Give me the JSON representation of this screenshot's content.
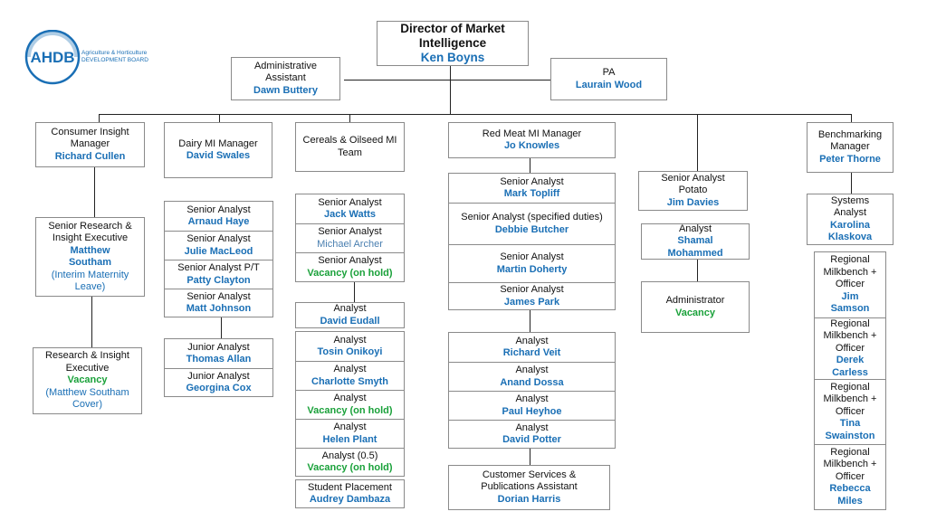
{
  "logo": {
    "mark": "AHDB",
    "line1": "Agriculture & Horticulture",
    "line2": "DEVELOPMENT BOARD",
    "color": "#1a6fb5"
  },
  "director": {
    "title": "Director of Market Intelligence",
    "name": "Ken Boyns"
  },
  "admin": {
    "title": "Administrative Assistant",
    "name": "Dawn Buttery"
  },
  "pa": {
    "title": "PA",
    "name": "Laurain Wood"
  },
  "consumer": {
    "manager": {
      "title": "Consumer Insight Manager",
      "name": "Richard Cullen"
    },
    "senior": {
      "title": "Senior Research & Insight  Executive",
      "name": "Matthew Southam",
      "note": "(Interim Maternity Leave)"
    },
    "exec": {
      "title": "Research & Insight Executive",
      "name": "Vacancy",
      "note": "(Matthew Southam Cover)"
    }
  },
  "dairy": {
    "manager": {
      "title": "Dairy MI Manager",
      "name": "David Swales"
    },
    "seniors": [
      {
        "title": "Senior Analyst",
        "name": "Arnaud Haye"
      },
      {
        "title": "Senior Analyst",
        "name": "Julie MacLeod"
      },
      {
        "title": "Senior Analyst P/T",
        "name": "Patty Clayton"
      },
      {
        "title": "Senior Analyst",
        "name": "Matt Johnson"
      }
    ],
    "juniors": [
      {
        "title": "Junior Analyst",
        "name": "Thomas Allan"
      },
      {
        "title": "Junior Analyst",
        "name": "Georgina Cox"
      }
    ]
  },
  "cereals": {
    "team": {
      "title": "Cereals & Oilseed MI Team"
    },
    "seniors": [
      {
        "title": "Senior Analyst",
        "name": "Jack Watts"
      },
      {
        "title": "Senior Analyst",
        "name": "Michael Archer"
      },
      {
        "title": "Senior Analyst",
        "name": "Vacancy (on hold)"
      }
    ],
    "analyst1": {
      "title": "Analyst",
      "name": "David Eudall"
    },
    "analysts": [
      {
        "title": "Analyst",
        "name": "Tosin Onikoyi"
      },
      {
        "title": "Analyst",
        "name": "Charlotte Smyth"
      },
      {
        "title": "Analyst",
        "name": "Vacancy (on hold)"
      },
      {
        "title": "Analyst",
        "name": "Helen Plant"
      },
      {
        "title": "Analyst (0.5)",
        "name": "Vacancy (on hold)"
      }
    ],
    "student": {
      "title": "Student Placement",
      "name": "Audrey Dambaza"
    }
  },
  "redmeat": {
    "manager": {
      "title": "Red Meat MI Manager",
      "name": "Jo Knowles"
    },
    "seniors": [
      {
        "title": "Senior Analyst",
        "name": "Mark Topliff"
      },
      {
        "title": "Senior Analyst (specified duties)",
        "name": "Debbie Butcher"
      },
      {
        "title": "Senior Analyst",
        "name": "Martin Doherty"
      }
    ],
    "senior4": {
      "title": "Senior Analyst",
      "name": "James Park"
    },
    "analysts": [
      {
        "title": "Analyst",
        "name": "Richard Veit"
      },
      {
        "title": "Analyst",
        "name": "Anand Dossa"
      },
      {
        "title": "Analyst",
        "name": "Paul Heyhoe"
      },
      {
        "title": "Analyst",
        "name": "David Potter"
      }
    ],
    "customer": {
      "title": "Customer Services & Publications Assistant",
      "name": "Dorian Harris"
    }
  },
  "potato": {
    "senior": {
      "title": "Senior Analyst Potato",
      "name": "Jim Davies"
    },
    "analyst": {
      "title": "Analyst",
      "name": "Shamal Mohammed"
    },
    "administrator": {
      "title": "Administrator",
      "name": "Vacancy"
    }
  },
  "bench": {
    "manager": {
      "title": "Benchmarking Manager",
      "name": "Peter Thorne"
    },
    "systems": {
      "title": "Systems Analyst",
      "name": "Karolina Klaskova"
    },
    "officers": [
      {
        "title": "Regional Milkbench + Officer",
        "name": "Jim Samson"
      },
      {
        "title": "Regional Milkbench + Officer",
        "name": "Derek Carless"
      },
      {
        "title": "Regional Milkbench + Officer",
        "name": "Tina Swainston"
      },
      {
        "title": "Regional Milkbench + Officer",
        "name": "Rebecca Miles"
      }
    ]
  }
}
